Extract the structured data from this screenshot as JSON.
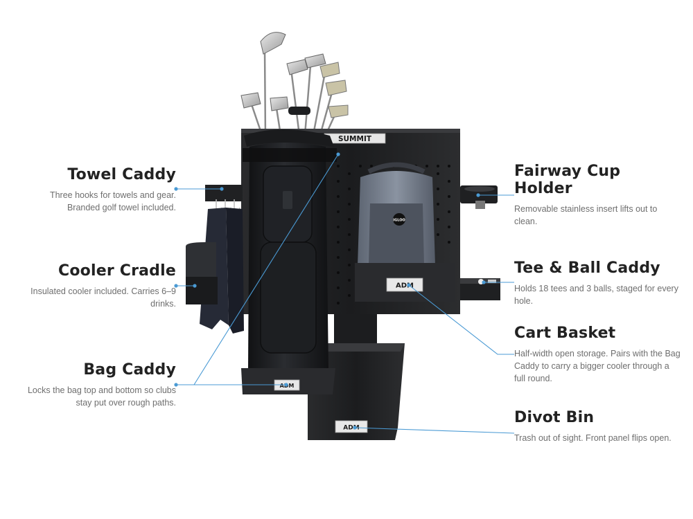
{
  "image": {
    "brand_plate": "SUMMIT",
    "cooler_logo": "IGLOO",
    "logo_mark": "ADM"
  },
  "callouts": {
    "towel_caddy": {
      "title": "Towel Caddy",
      "body": "Three hooks for towels and gear. Branded golf towel included."
    },
    "cooler_cradle": {
      "title": "Cooler Cradle",
      "body": "Insulated cooler included. Carries 6–9 drinks."
    },
    "bag_caddy": {
      "title": "Bag Caddy",
      "body": "Locks the bag top and bottom so clubs stay put over rough paths."
    },
    "fairway_cup_holder": {
      "title_line1": "Fairway Cup",
      "title_line2": "Holder",
      "body": "Removable stainless insert lifts out to clean."
    },
    "tee_ball_caddy": {
      "title": "Tee & Ball Caddy",
      "body": "Holds 18 tees and 3 balls, staged for every hole."
    },
    "cart_basket": {
      "title": "Cart Basket",
      "body": "Half-width open storage. Pairs with the Bag Caddy to carry a bigger cooler through a full round."
    },
    "divot_bin": {
      "title": "Divot Bin",
      "body": "Trash out of sight. Front panel flips open."
    }
  },
  "colors": {
    "accent": "#4a9ad4",
    "heading": "#222222",
    "body_text": "#6e6e6e",
    "product_dark": "#1e1f21"
  }
}
